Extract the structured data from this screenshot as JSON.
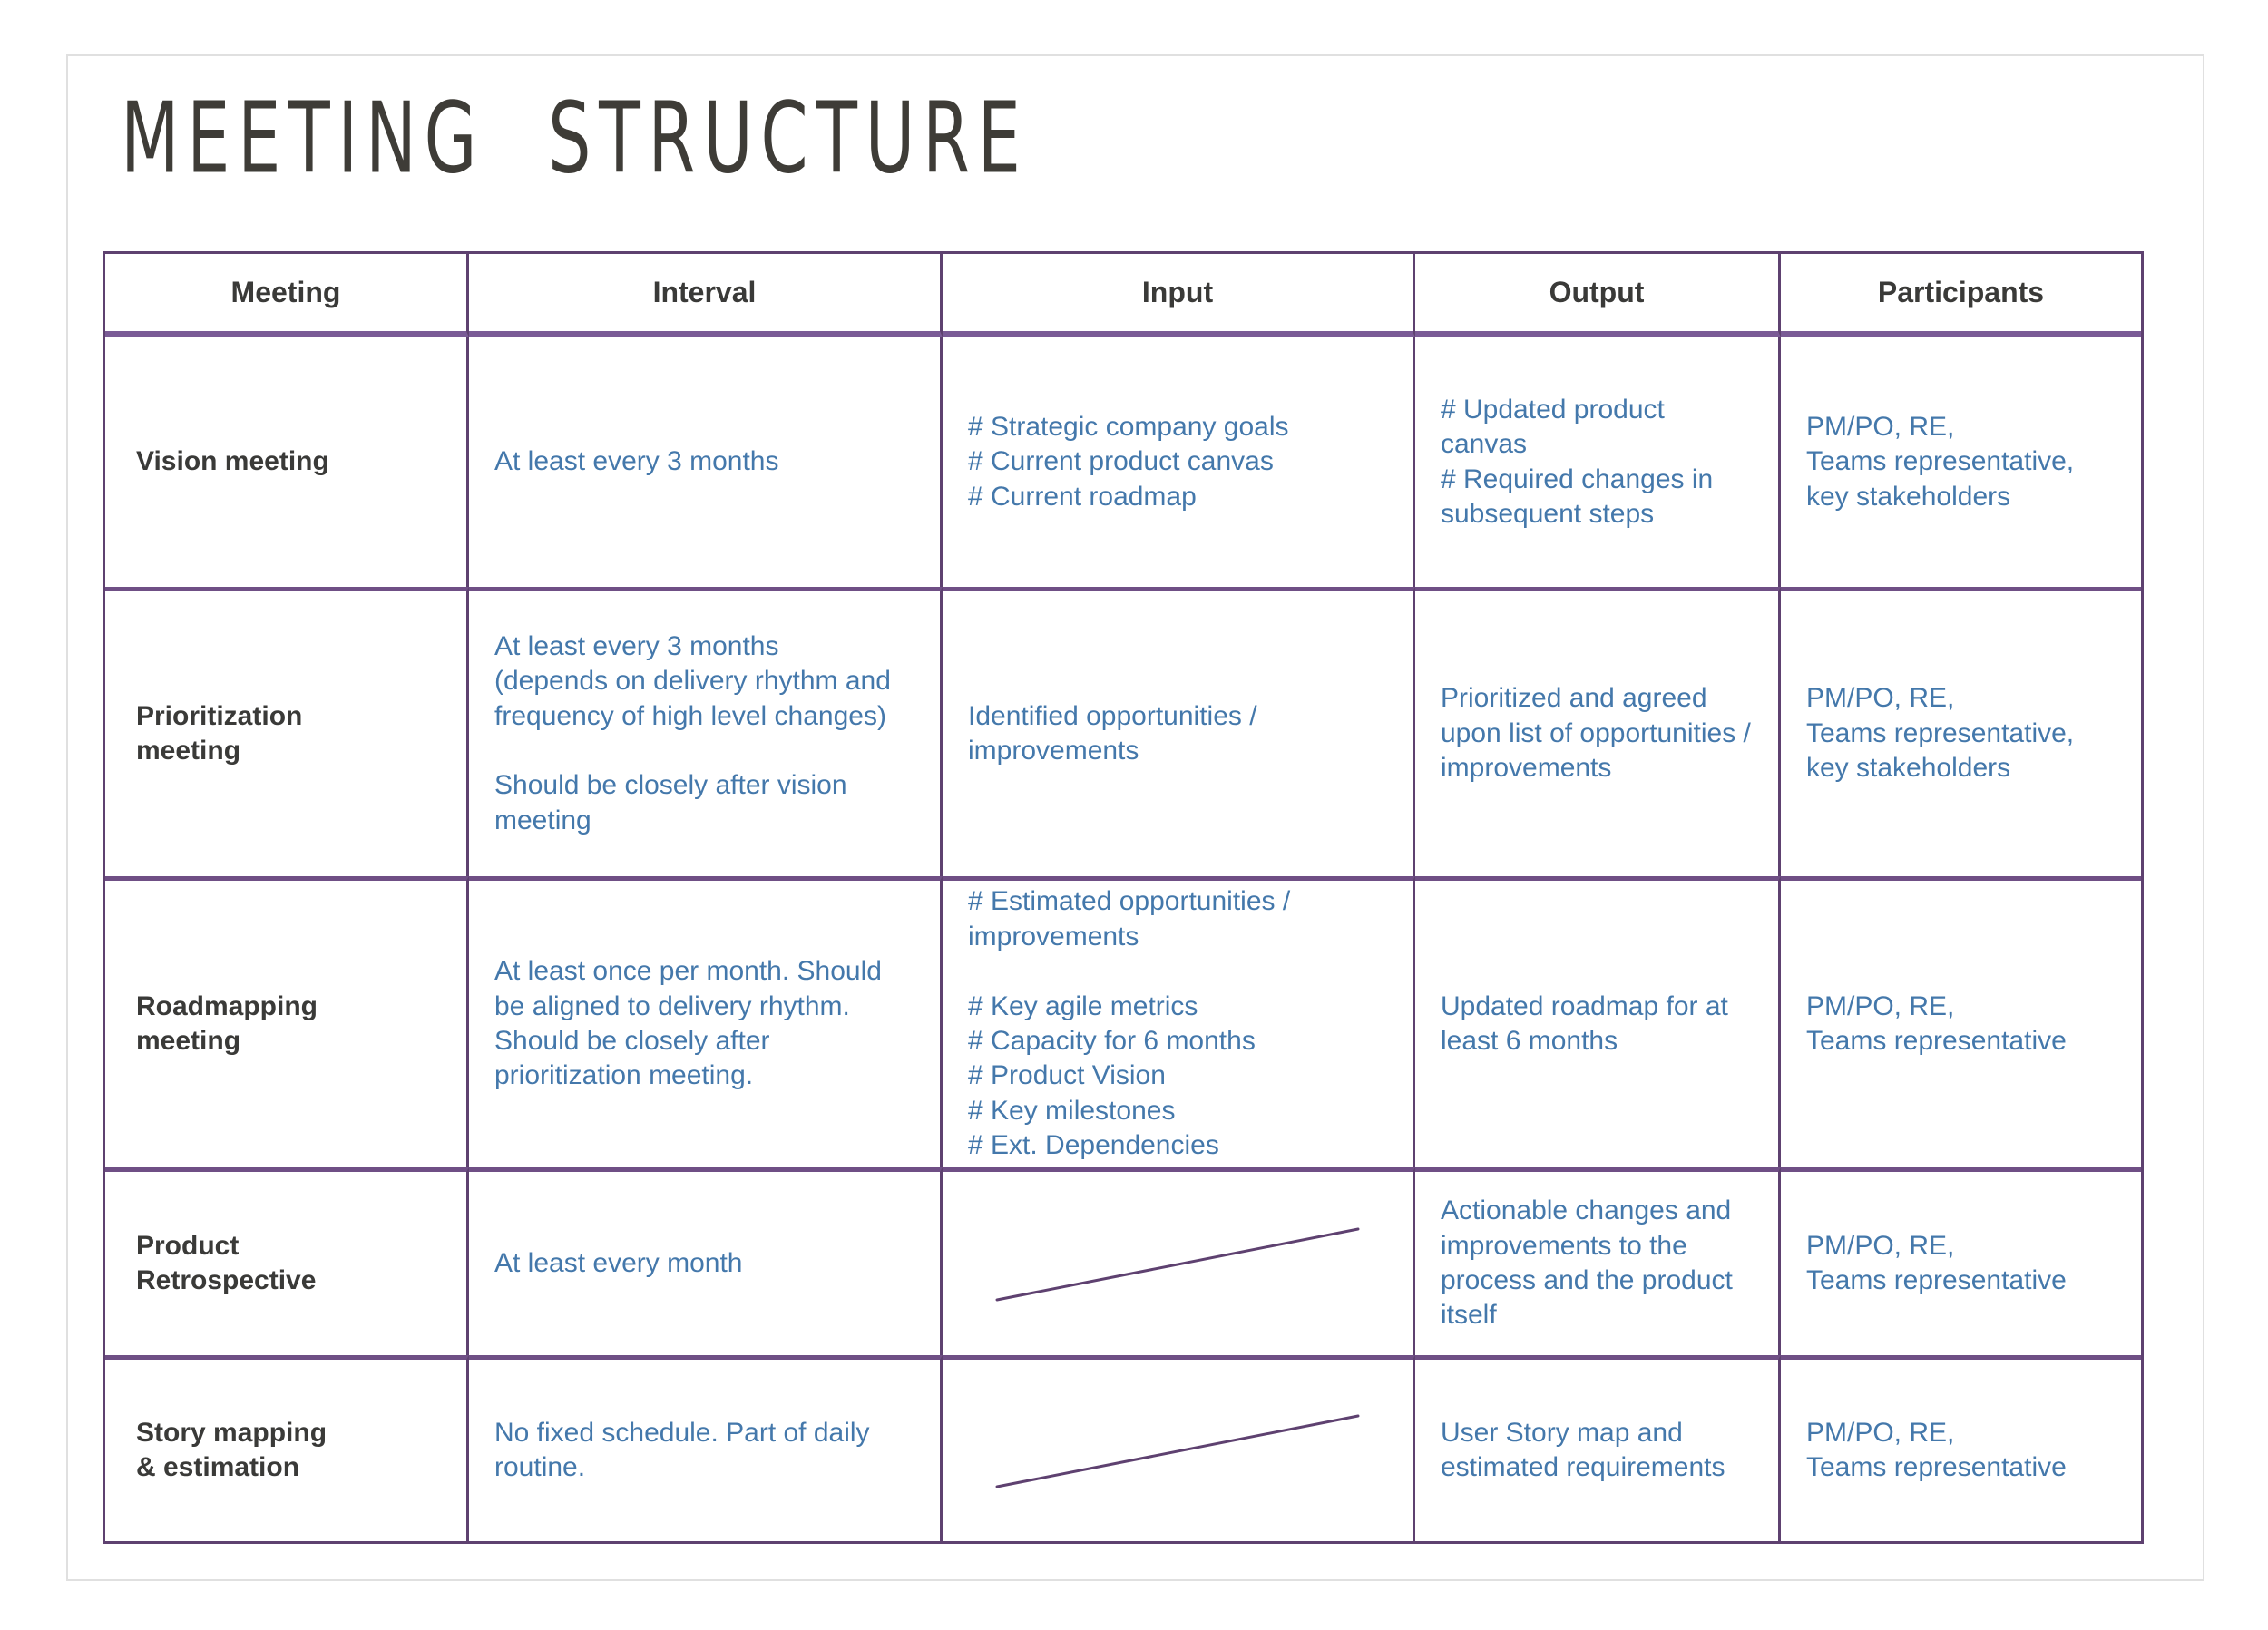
{
  "page": {
    "title": "MEETING STRUCTURE"
  },
  "colors": {
    "grid_purple": "#5e4170",
    "row_line_purple": "#6f4f85",
    "header_line_purple": "#7a5b96",
    "text_blue": "#4478ab",
    "text_dark": "#3a3a38",
    "title_dark": "#3e3c37",
    "card_border": "#e0e0e0"
  },
  "icons": {
    "na_marker": "diagonal-line"
  },
  "table": {
    "headers": [
      "Meeting",
      "Interval",
      "Input",
      "Output",
      "Participants"
    ],
    "rows": [
      {
        "meeting": "Vision meeting",
        "interval": "At least every 3 months",
        "input": "# Strategic company goals\n# Current product canvas\n# Current roadmap",
        "input_na": false,
        "output": "# Updated product canvas\n# Required changes in subsequent steps",
        "participants": "PM/PO, RE,\nTeams representative,\nkey stakeholders"
      },
      {
        "meeting": "Prioritization\nmeeting",
        "interval": "At least every 3 months\n(depends on delivery rhythm and frequency of high level changes)\n\nShould be closely after vision meeting",
        "input": "Identified opportunities /\nimprovements",
        "input_na": false,
        "output": "Prioritized and agreed upon list of opportunities / improvements",
        "participants": "PM/PO, RE,\nTeams representative,\nkey stakeholders"
      },
      {
        "meeting": "Roadmapping\nmeeting",
        "interval": "At least once per month. Should be aligned to delivery rhythm. Should be closely after prioritization meeting.",
        "input": "# Estimated opportunities / improvements\n\n# Key agile metrics\n# Capacity for 6 months\n# Product Vision\n# Key milestones\n# Ext. Dependencies",
        "input_na": false,
        "output": "Updated roadmap for at least 6 months",
        "participants": "PM/PO, RE,\nTeams representative"
      },
      {
        "meeting": "Product\nRetrospective",
        "interval": "At least every month",
        "input": "",
        "input_na": true,
        "output": "Actionable changes and improvements to the process and the product itself",
        "participants": "PM/PO, RE,\nTeams representative"
      },
      {
        "meeting": "Story mapping\n& estimation",
        "interval": "No fixed schedule. Part of daily routine.",
        "input": "",
        "input_na": true,
        "output": "User Story map and estimated requirements",
        "participants": "PM/PO, RE,\nTeams representative"
      }
    ]
  }
}
